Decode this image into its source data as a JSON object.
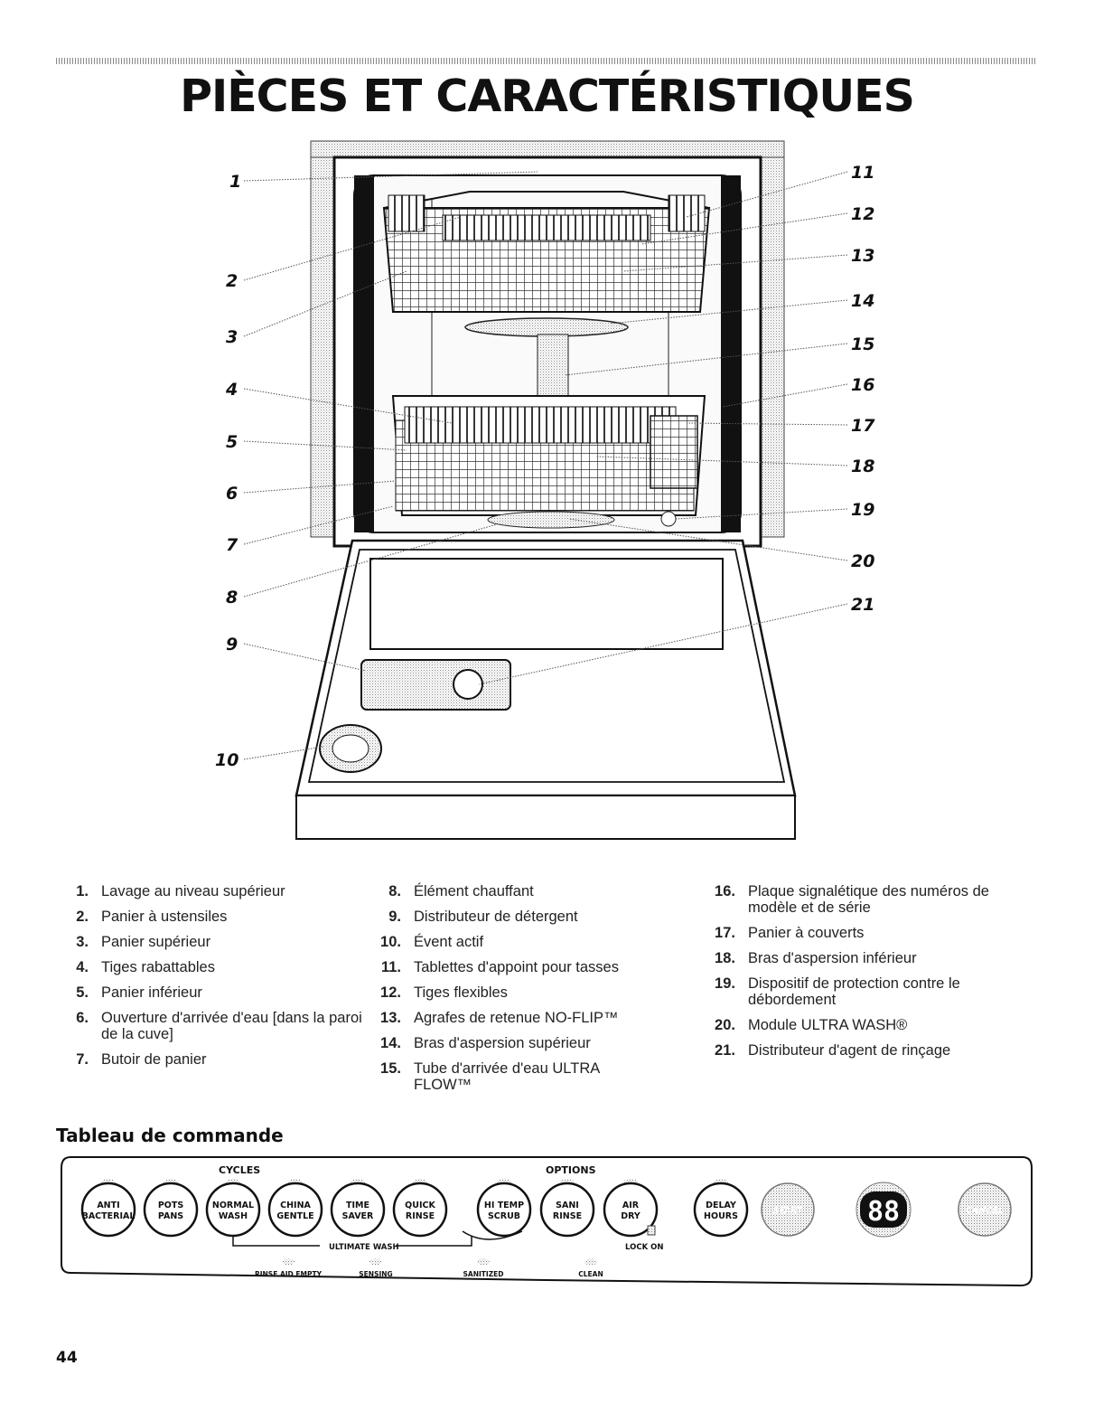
{
  "page": {
    "title": "PIÈCES ET CARACTÉRISTIQUES",
    "page_number": "44"
  },
  "diagram": {
    "callouts": [
      "1",
      "2",
      "3",
      "4",
      "5",
      "6",
      "7",
      "8",
      "9",
      "10",
      "11",
      "12",
      "13",
      "14",
      "15",
      "16",
      "17",
      "18",
      "19",
      "20",
      "21"
    ]
  },
  "parts": {
    "column1": [
      {
        "num": "1",
        "text": "Lavage au niveau supérieur"
      },
      {
        "num": "2",
        "text": "Panier à ustensiles"
      },
      {
        "num": "3",
        "text": "Panier supérieur"
      },
      {
        "num": "4",
        "text": "Tiges rabattables"
      },
      {
        "num": "5",
        "text": "Panier inférieur"
      },
      {
        "num": "6",
        "text": "Ouverture d'arrivée d'eau [dans la paroi de la cuve]"
      },
      {
        "num": "7",
        "text": "Butoir de panier"
      }
    ],
    "column2": [
      {
        "num": "8",
        "text": "Élément chauffant"
      },
      {
        "num": "9",
        "text": "Distributeur de détergent"
      },
      {
        "num": "10",
        "text": "Évent actif"
      },
      {
        "num": "11",
        "text": "Tablettes d'appoint pour tasses"
      },
      {
        "num": "12",
        "text": "Tiges flexibles"
      },
      {
        "num": "13",
        "text": "Agrafes de retenue NO-FLIP™"
      },
      {
        "num": "14",
        "text": "Bras d'aspersion supérieur"
      },
      {
        "num": "15",
        "text": "Tube d'arrivée d'eau ULTRA FLOW™"
      }
    ],
    "column3": [
      {
        "num": "16",
        "text": "Plaque signalétique des numéros de modèle et de série"
      },
      {
        "num": "17",
        "text": "Panier à couverts"
      },
      {
        "num": "18",
        "text": "Bras d'aspersion inférieur"
      },
      {
        "num": "19",
        "text": "Dispositif de protection contre le débordement"
      },
      {
        "num": "20",
        "text": "Module ULTRA WASH®"
      },
      {
        "num": "21",
        "text": "Distributeur d'agent de rinçage"
      }
    ]
  },
  "control_panel": {
    "heading": "Tableau de commande",
    "cycles_label": "CYCLES",
    "options_label": "OPTIONS",
    "ultimate_wash_label": "ULTIMATE WASH",
    "lock_on_label": "LOCK ON",
    "display": "88",
    "buttons": [
      {
        "line1": "ANTI",
        "line2": "BACTERIAL"
      },
      {
        "line1": "POTS",
        "line2": "PANS"
      },
      {
        "line1": "NORMAL",
        "line2": "WASH"
      },
      {
        "line1": "CHINA",
        "line2": "GENTLE"
      },
      {
        "line1": "TIME",
        "line2": "SAVER"
      },
      {
        "line1": "QUICK",
        "line2": "RINSE"
      },
      {
        "line1": "HI TEMP",
        "line2": "SCRUB"
      },
      {
        "line1": "SANI",
        "line2": "RINSE"
      },
      {
        "line1": "AIR",
        "line2": "DRY"
      },
      {
        "line1": "DELAY",
        "line2": "HOURS"
      },
      {
        "line1": "START",
        "line2": ""
      },
      {
        "line1": "CANCEL",
        "line2": ""
      }
    ],
    "indicators": [
      "RINSE AID EMPTY",
      "SENSING",
      "SANITIZED",
      "CLEAN"
    ]
  }
}
